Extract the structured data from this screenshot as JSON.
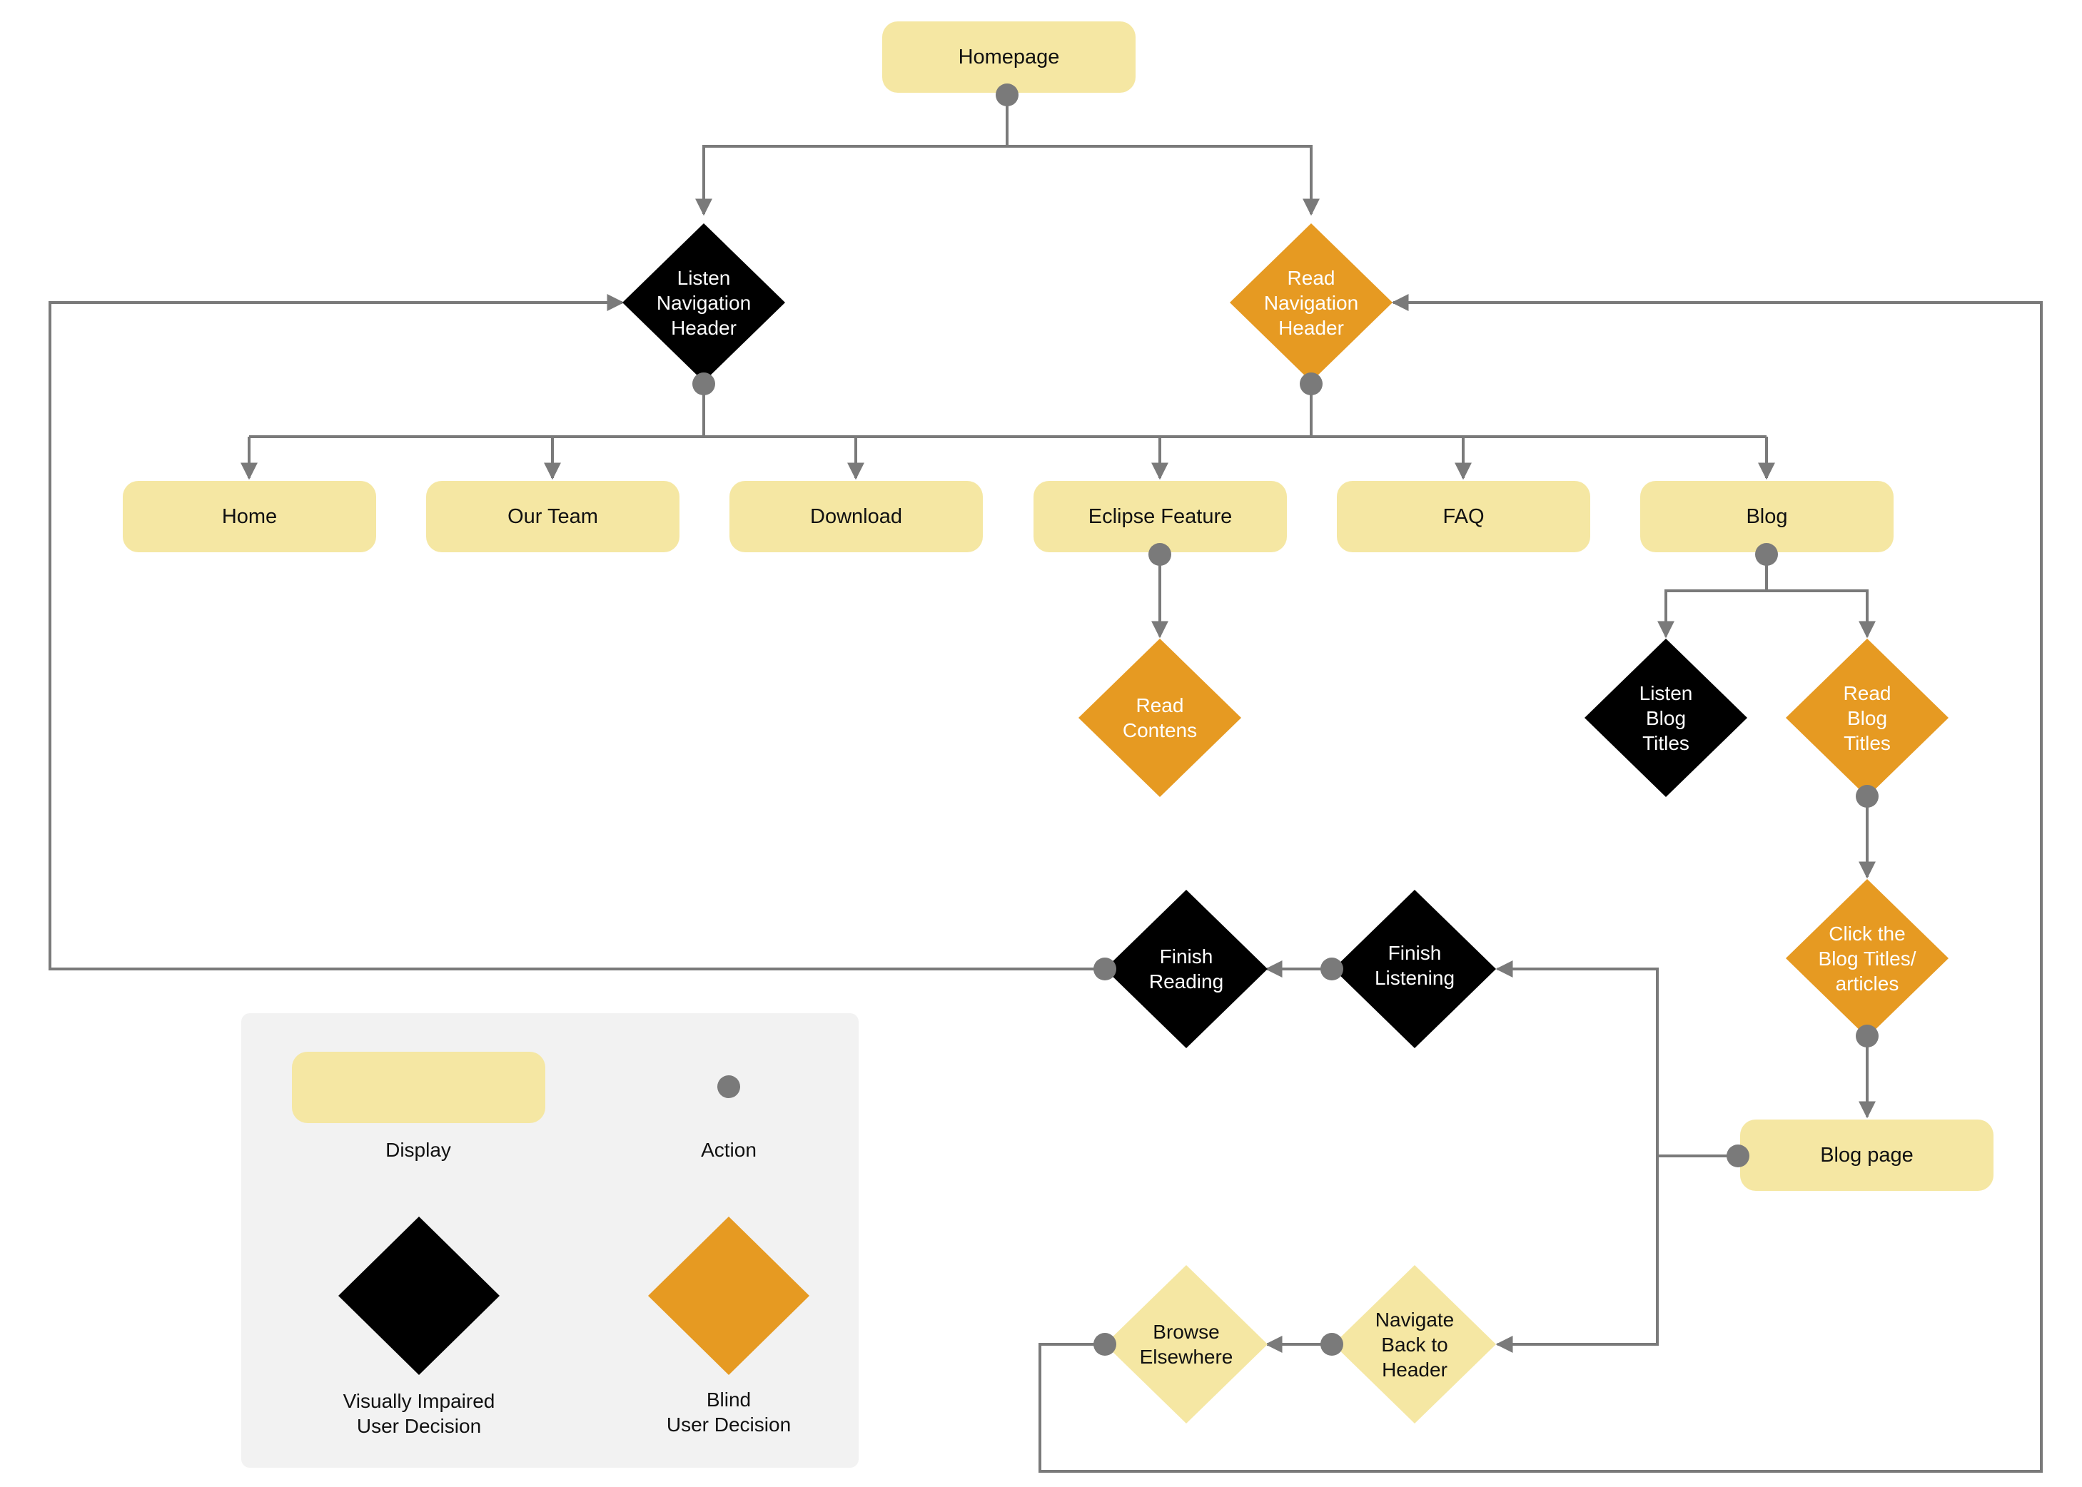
{
  "colors": {
    "display": "#f5e7a3",
    "action": "#7a7a7a",
    "visually_impaired": "#000000",
    "blind": "#e69a22",
    "connector": "#7a7a7a",
    "legend_bg": "#f2f2f2"
  },
  "nodes": {
    "homepage": "Homepage",
    "home": "Home",
    "our_team": "Our Team",
    "download": "Download",
    "eclipse_feature": "Eclipse Feature",
    "faq": "FAQ",
    "blog": "Blog",
    "blog_page": "Blog page"
  },
  "decisions": {
    "listen_nav_header": "Listen\nNavigation\nHeader",
    "read_nav_header": "Read\nNavigation\nHeader",
    "read_contents": "Read\nContens",
    "listen_blog_titles": "Listen\nBlog\nTitles",
    "read_blog_titles": "Read\nBlog\nTitles",
    "click_blog_titles": "Click the\nBlog Titles/\narticles",
    "finish_reading": "Finish\nReading",
    "finish_listening": "Finish\nListening",
    "navigate_back": "Navigate\nBack to\nHeader",
    "browse_elsewhere": "Browse\nElsewhere"
  },
  "legend": {
    "display": "Display",
    "action": "Action",
    "visually_impaired": "Visually Impaired\nUser Decision",
    "blind": "Blind\nUser Decision"
  }
}
